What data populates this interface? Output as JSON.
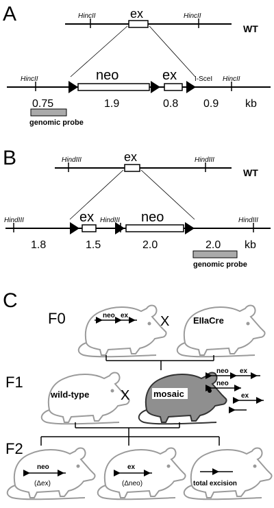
{
  "panelA": {
    "label": "A",
    "wt": "WT",
    "site_left": "HincII",
    "site_right": "HincII",
    "ex_label": "ex",
    "site_b_left": "HincII",
    "neo_label": "neo",
    "ex2_label": "ex",
    "isce_label": "I-SceI",
    "site_b_right": "HincII",
    "sizes": [
      "0.75",
      "1.9",
      "0.8",
      "0.9"
    ],
    "unit": "kb",
    "probe": "genomic probe"
  },
  "panelB": {
    "label": "B",
    "wt": "WT",
    "site_left": "HindIII",
    "site_right": "HindIII",
    "ex_label": "ex",
    "site_b_left": "HindIII",
    "ex2_label": "ex",
    "site_b_mid": "HindIII",
    "neo_label": "neo",
    "site_b_right": "HindIII",
    "sizes": [
      "1.8",
      "1.5",
      "2.0",
      "2.0"
    ],
    "unit": "kb",
    "probe": "genomic probe"
  },
  "panelC": {
    "label": "C",
    "gen_f0": "F0",
    "gen_f1": "F1",
    "gen_f2": "F2",
    "cross1": "X",
    "cross2": "X",
    "mouse_f0_neo": "neo",
    "mouse_f0_ex": "ex",
    "mouse_f0_cre": "EIIaCre",
    "mouse_wt": "wild-type",
    "mouse_mosaic": "mosaic",
    "alleles": [
      "neo",
      "ex",
      "neo",
      "ex"
    ],
    "f2_1_label": "neo",
    "f2_1_sub": "(Δex)",
    "f2_2_label": "ex",
    "f2_2_sub": "(Δneo)",
    "f2_3_label": "total excision"
  }
}
